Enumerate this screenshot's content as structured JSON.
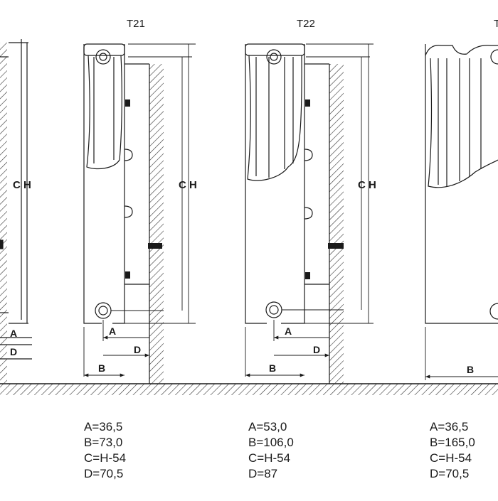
{
  "labels": {
    "a": "A",
    "b": "B",
    "d": "D",
    "c": "C",
    "h": "H"
  },
  "models": [
    {
      "title": "T21",
      "specs": [
        "A=36,5",
        "B=73,0",
        "C=H-54",
        "D=70,5"
      ]
    },
    {
      "title": "T22",
      "specs": [
        "A=53,0",
        "B=106,0",
        "C=H-54",
        "D=87"
      ]
    },
    {
      "title": "T",
      "specs": [
        "A=36,5",
        "B=165,0",
        "C=H-54",
        "D=70,5"
      ]
    }
  ],
  "colors": {
    "line": "#1a1a1a",
    "background": "#ffffff"
  }
}
